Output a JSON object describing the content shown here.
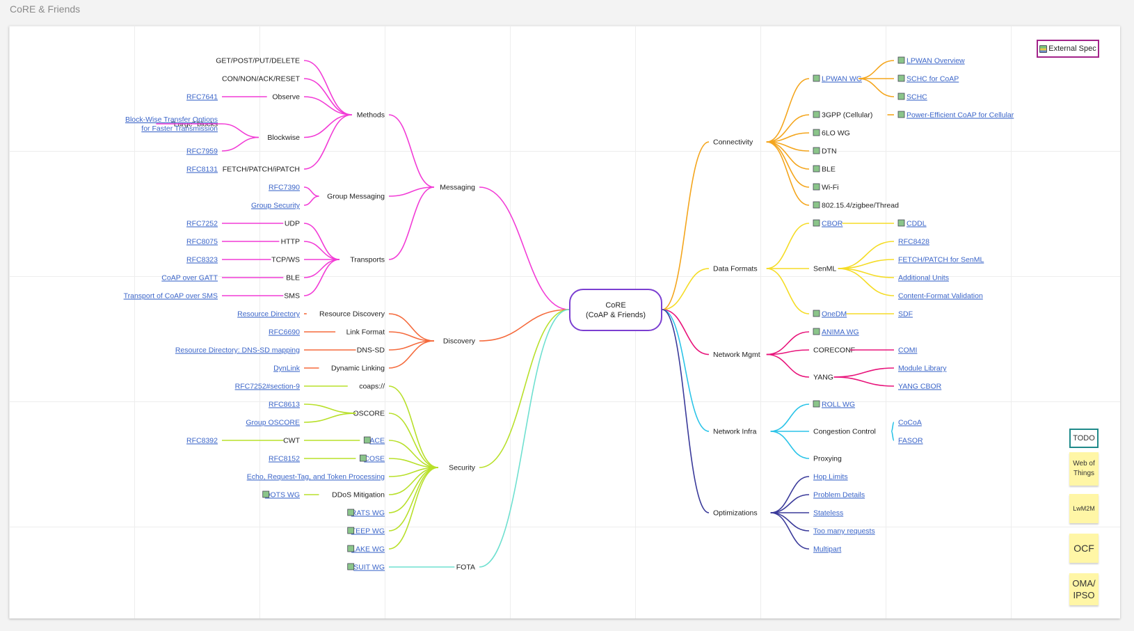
{
  "board": {
    "title": "CoRE & Friends"
  },
  "root": {
    "line1": "CoRE",
    "line2": "(CoAP & Friends)"
  },
  "legend": {
    "external_spec": "External Spec"
  },
  "stickies": [
    {
      "key": "todo",
      "text": "TODO"
    },
    {
      "key": "wot",
      "text": "Web of Things"
    },
    {
      "key": "lwm",
      "text": "LwM2M"
    },
    {
      "key": "ocf",
      "text": "OCF"
    },
    {
      "key": "oma",
      "text": "OMA/ IPSO"
    }
  ],
  "branch_colors": {
    "messaging": "#f23bd6",
    "discovery": "#f56a3c",
    "security": "#b8e02a",
    "fota": "#6fe0d0",
    "connectivity": "#f4a51c",
    "data_formats": "#f5dc26",
    "network_mgmt": "#e8137a",
    "network_infra": "#2bc4e8",
    "optimizations": "#3a3a9a"
  },
  "mindmap": {
    "left": [
      {
        "id": "messaging",
        "label": "Messaging",
        "children": [
          {
            "label": "Methods",
            "children": [
              {
                "label": "GET/POST/PUT/DELETE"
              },
              {
                "label": "CON/NON/ACK/RESET"
              },
              {
                "label": "Observe",
                "children": [
                  {
                    "label": "RFC7641",
                    "link": true
                  }
                ]
              },
              {
                "label": "Blockwise",
                "children": [
                  {
                    "label": "\"Large\" blocks",
                    "children": [
                      {
                        "label": "Block-Wise Transfer Options for Faster Transmission",
                        "lines": [
                          "Block-Wise Transfer Options",
                          "for Faster Transmission"
                        ],
                        "link": true
                      }
                    ]
                  },
                  {
                    "label": "RFC7959",
                    "link": true
                  }
                ]
              },
              {
                "label": "FETCH/PATCH/iPATCH",
                "children": [
                  {
                    "label": "RFC8131",
                    "link": true
                  }
                ]
              }
            ]
          },
          {
            "label": "Group Messaging",
            "children": [
              {
                "label": "RFC7390",
                "link": true
              },
              {
                "label": "Group Security",
                "link": true
              }
            ]
          },
          {
            "label": "Transports",
            "children": [
              {
                "label": "UDP",
                "children": [
                  {
                    "label": "RFC7252",
                    "link": true
                  }
                ]
              },
              {
                "label": "HTTP",
                "children": [
                  {
                    "label": "RFC8075",
                    "link": true
                  }
                ]
              },
              {
                "label": "TCP/WS",
                "children": [
                  {
                    "label": "RFC8323",
                    "link": true
                  }
                ]
              },
              {
                "label": "BLE",
                "children": [
                  {
                    "label": "CoAP over GATT",
                    "link": true
                  }
                ]
              },
              {
                "label": "SMS",
                "children": [
                  {
                    "label": "Transport of CoAP over SMS",
                    "link": true
                  }
                ]
              }
            ]
          }
        ]
      },
      {
        "id": "discovery",
        "label": "Discovery",
        "children": [
          {
            "label": "Resource Discovery",
            "children": [
              {
                "label": "Resource Directory",
                "link": true
              }
            ]
          },
          {
            "label": "Link Format",
            "children": [
              {
                "label": "RFC6690",
                "link": true
              }
            ]
          },
          {
            "label": "DNS-SD",
            "children": [
              {
                "label": "Resource Directory: DNS-SD mapping",
                "link": true
              }
            ]
          },
          {
            "label": "Dynamic Linking",
            "children": [
              {
                "label": "DynLink",
                "link": true
              }
            ]
          }
        ]
      },
      {
        "id": "security",
        "label": "Security",
        "children": [
          {
            "label": "coaps://",
            "children": [
              {
                "label": "RFC7252#section-9",
                "link": true
              }
            ]
          },
          {
            "label": "OSCORE",
            "children": [
              {
                "label": "RFC8613",
                "link": true
              },
              {
                "label": "Group OSCORE",
                "link": true
              }
            ]
          },
          {
            "label": "ACE",
            "link": true,
            "icon": true,
            "children": [
              {
                "label": "CWT",
                "children": [
                  {
                    "label": "RFC8392",
                    "link": true
                  }
                ]
              }
            ]
          },
          {
            "label": "COSE",
            "link": true,
            "icon": true,
            "children": [
              {
                "label": "RFC8152",
                "link": true
              }
            ]
          },
          {
            "label": "Echo, Request-Tag, and Token Processing",
            "link": true
          },
          {
            "label": "DDoS Mitigation",
            "children": [
              {
                "label": "DOTS WG",
                "link": true,
                "icon": true
              }
            ]
          },
          {
            "label": "RATS WG",
            "link": true,
            "icon": true
          },
          {
            "label": "TEEP WG",
            "link": true,
            "icon": true
          },
          {
            "label": "LAKE WG",
            "link": true,
            "icon": true
          }
        ]
      },
      {
        "id": "fota",
        "label": "FOTA",
        "children": [
          {
            "label": "SUIT WG",
            "link": true,
            "icon": true
          }
        ]
      }
    ],
    "right": [
      {
        "id": "connectivity",
        "label": "Connectivity",
        "children": [
          {
            "label": "LPWAN WG",
            "link": true,
            "icon": true,
            "children": [
              {
                "label": "LPWAN Overview",
                "link": true,
                "icon": true
              },
              {
                "label": "SCHC for CoAP",
                "link": true,
                "icon": true
              },
              {
                "label": "SCHC",
                "link": true,
                "icon": true
              }
            ]
          },
          {
            "label": "3GPP (Cellular)",
            "icon": true,
            "children": [
              {
                "label": "Power-Efficient CoAP for Cellular",
                "link": true,
                "icon": true
              }
            ]
          },
          {
            "label": "6LO WG",
            "icon": true
          },
          {
            "label": "DTN",
            "icon": true
          },
          {
            "label": "BLE",
            "icon": true
          },
          {
            "label": "Wi-Fi",
            "icon": true
          },
          {
            "label": "802.15.4/zigbee/Thread",
            "icon": true
          }
        ]
      },
      {
        "id": "data_formats",
        "label": "Data Formats",
        "children": [
          {
            "label": "CBOR",
            "link": true,
            "icon": true,
            "children": [
              {
                "label": "CDDL",
                "link": true,
                "icon": true
              }
            ]
          },
          {
            "label": "SenML",
            "children": [
              {
                "label": "RFC8428",
                "link": true
              },
              {
                "label": "FETCH/PATCH for SenML",
                "link": true
              },
              {
                "label": "Additional Units",
                "link": true
              },
              {
                "label": "Content-Format Validation",
                "link": true
              }
            ]
          },
          {
            "label": "OneDM",
            "link": true,
            "icon": true,
            "children": [
              {
                "label": "SDF",
                "link": true
              }
            ]
          }
        ]
      },
      {
        "id": "network_mgmt",
        "label": "Network Mgmt",
        "children": [
          {
            "label": "ANIMA WG",
            "link": true,
            "icon": true
          },
          {
            "label": "CORECONF",
            "children": [
              {
                "label": "COMI",
                "link": true
              }
            ]
          },
          {
            "label": "YANG",
            "children": [
              {
                "label": "Module Library",
                "link": true
              },
              {
                "label": "YANG CBOR",
                "link": true
              }
            ]
          }
        ]
      },
      {
        "id": "network_infra",
        "label": "Network Infra",
        "children": [
          {
            "label": "ROLL WG",
            "link": true,
            "icon": true
          },
          {
            "label": "Congestion Control",
            "children": [
              {
                "label": "CoCoA",
                "link": true
              },
              {
                "label": "FASOR",
                "link": true
              }
            ]
          },
          {
            "label": "Proxying"
          }
        ]
      },
      {
        "id": "optimizations",
        "label": "Optimizations",
        "children": [
          {
            "label": "Hop Limits",
            "link": true
          },
          {
            "label": "Problem Details",
            "link": true
          },
          {
            "label": "Stateless",
            "link": true
          },
          {
            "label": "Too many requests",
            "link": true
          },
          {
            "label": "Multipart",
            "link": true
          }
        ]
      }
    ]
  }
}
